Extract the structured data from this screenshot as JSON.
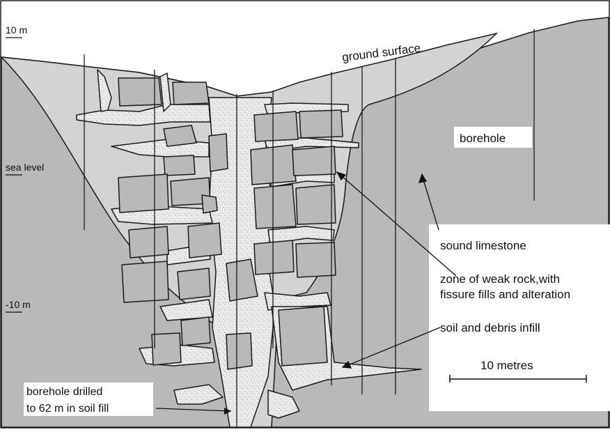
{
  "labels": {
    "elev_top": "10 m",
    "elev_sea": "sea level",
    "elev_bottom": "-10 m",
    "ground_surface": "ground surface",
    "borehole": "borehole",
    "borehole_drilled_l1": "borehole drilled",
    "borehole_drilled_l2": "to 62 m in soil fill"
  },
  "legend": {
    "sound_limestone": "sound limestone",
    "weak_rock_l1": "zone of weak rock,with",
    "weak_rock_l2": "fissure fills and alteration",
    "soil_infill": "soil and debris infill",
    "scale_label": "10 metres"
  },
  "colors": {
    "sound_limestone": "#b9b9b9",
    "weak_zone": "#d3d3d3",
    "soil_fill": "#ececec",
    "outline": "#1a1a1a"
  }
}
